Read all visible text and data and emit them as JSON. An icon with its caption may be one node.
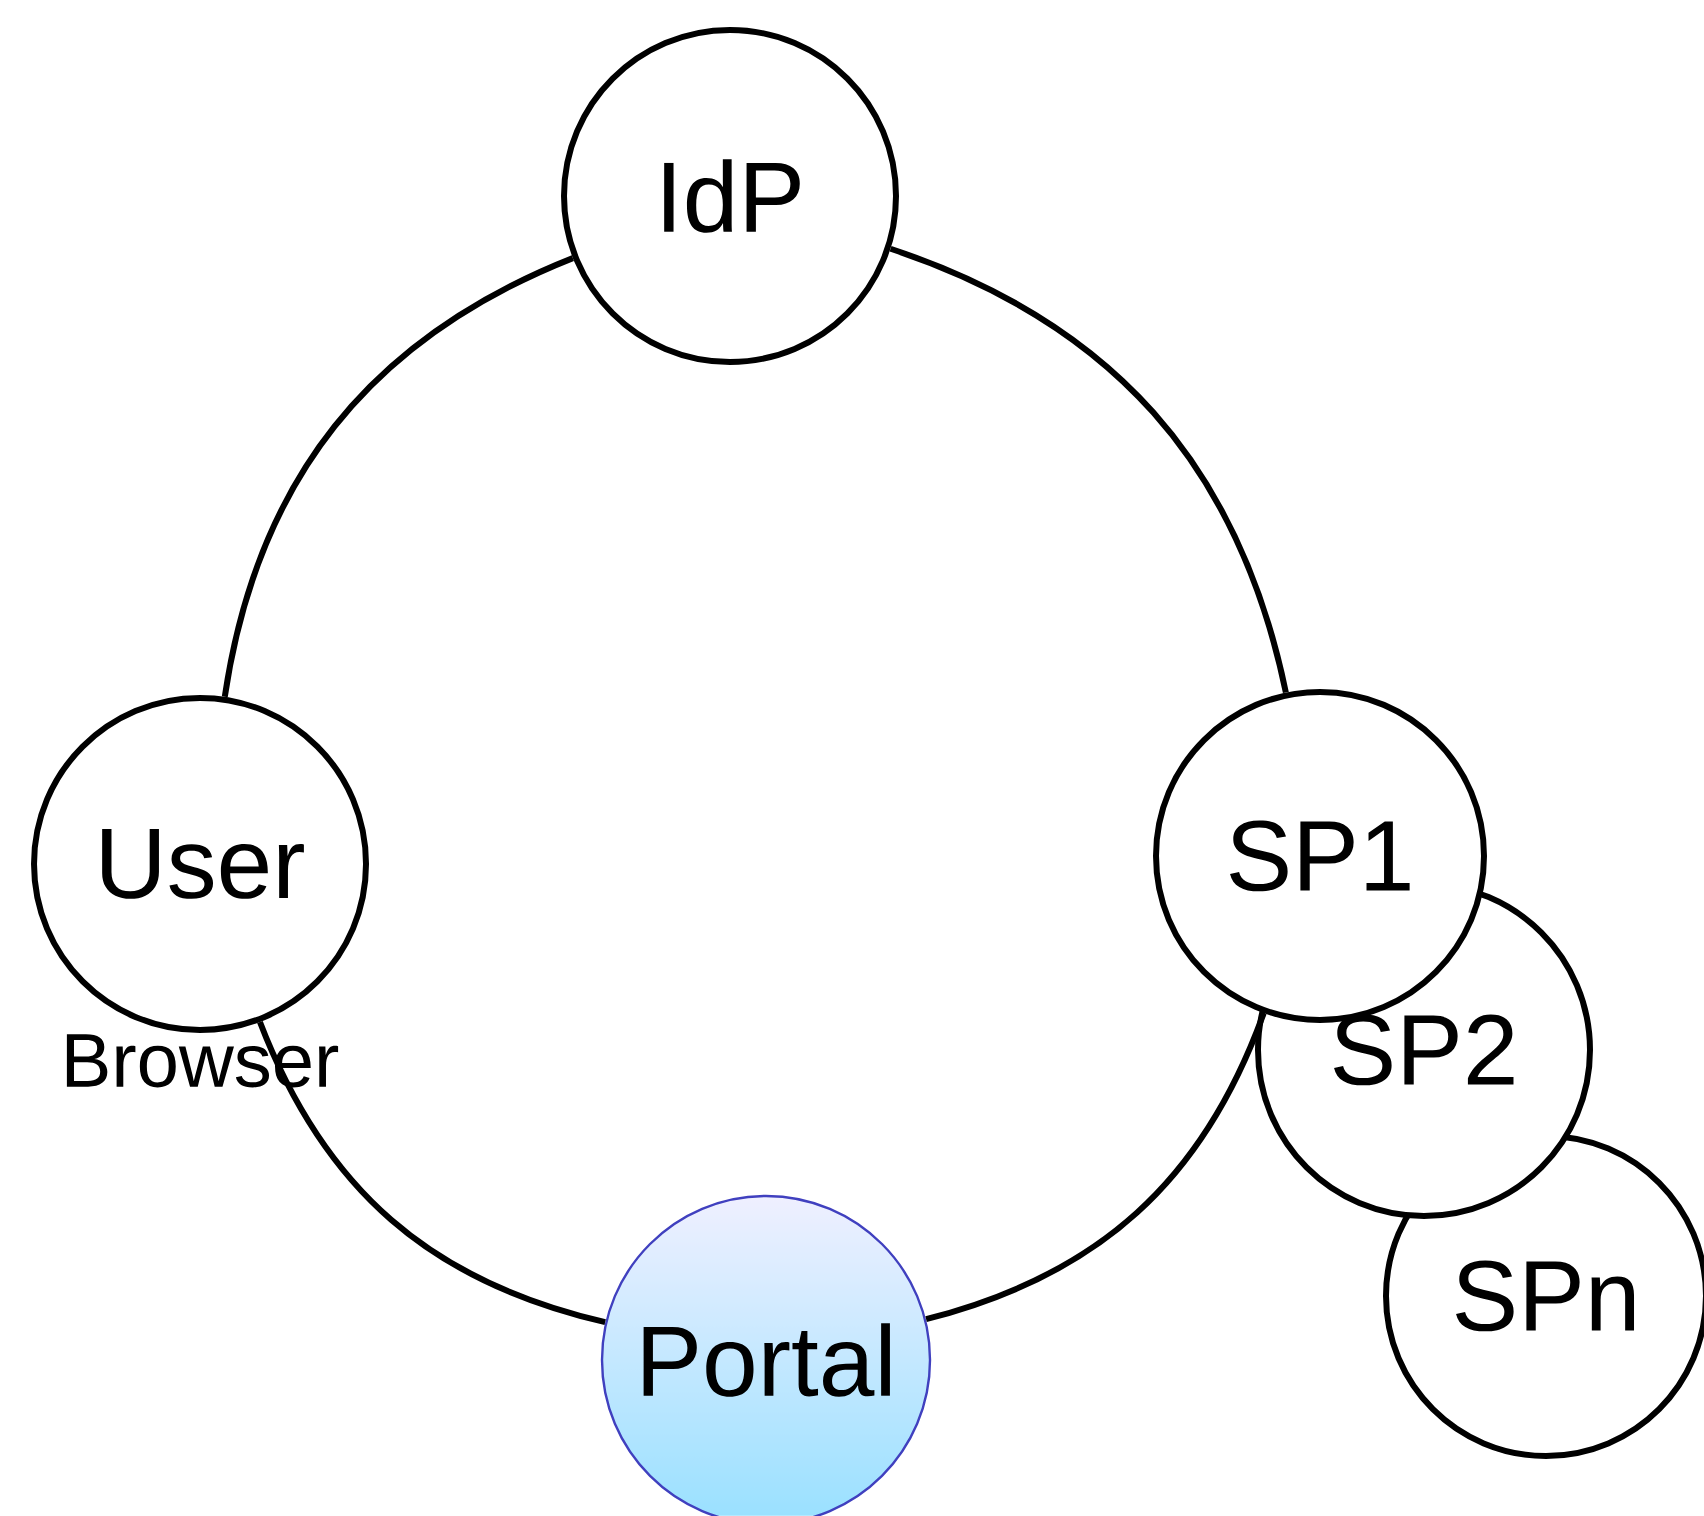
{
  "diagram": {
    "nodes": [
      {
        "text": [
          "IdP"
        ]
      },
      {
        "text": [
          "User"
        ],
        "beside": [
          "Browser"
        ]
      },
      {
        "text": [
          "SP1"
        ]
      },
      {
        "text": [
          "SP2"
        ]
      },
      {
        "text": [
          "SPn"
        ]
      },
      {
        "text": [
          "Portal"
        ]
      }
    ],
    "edges": [
      {
        "from": 0,
        "to": 1,
        "arrow": "none"
      },
      {
        "from": 1,
        "to": 5,
        "arrow": "none"
      },
      {
        "from": 5,
        "to": 2,
        "arrow": "none"
      },
      {
        "from": 2,
        "to": 0,
        "arrow": "none"
      }
    ]
  }
}
